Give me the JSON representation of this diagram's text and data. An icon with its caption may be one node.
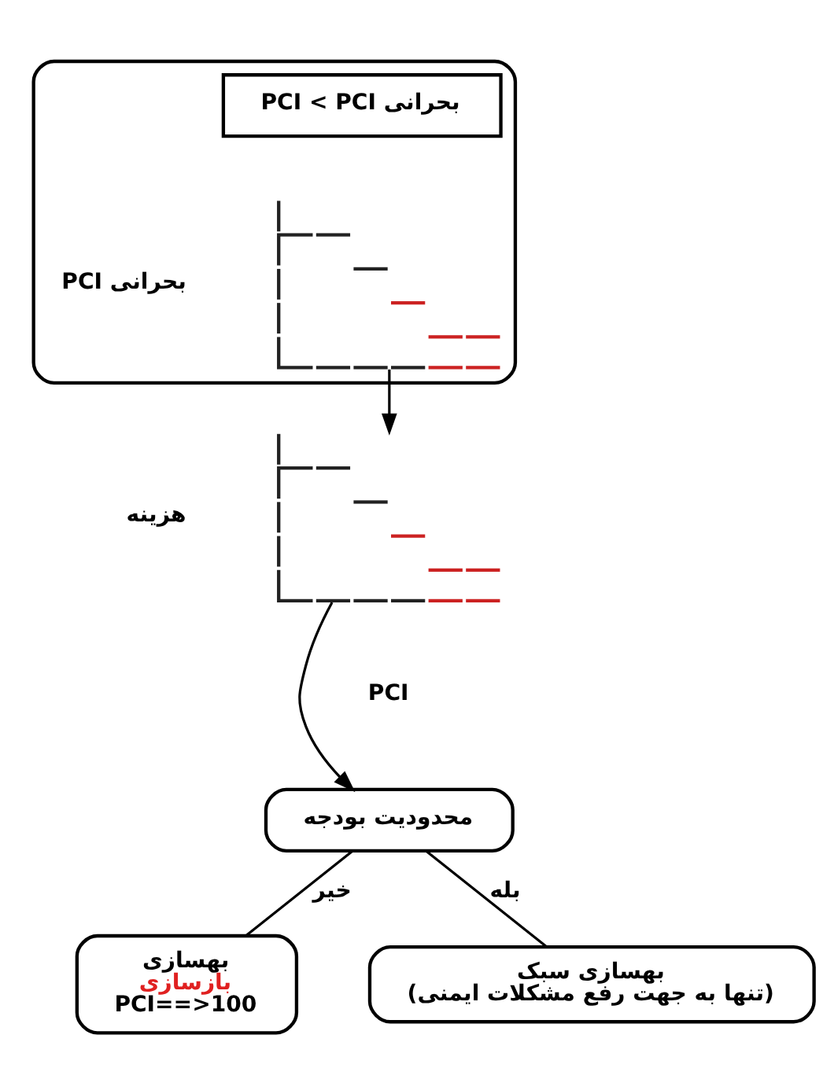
{
  "diagram": {
    "nodes": [
      {
        "text": [],
        "shape": "box"
      },
      {
        "text": [
          "PCI < PCI بحرانی"
        ],
        "in": 0
      },
      {
        "text": [],
        "shape": "picture",
        "in": 0
      },
      {
        "text": [],
        "shape": "picture"
      },
      {
        "text": [
          "محدودیت بودجه"
        ]
      },
      {
        "text": [
          "بهسازی",
          "بازسازی",
          "PCI==>100"
        ]
      },
      {
        "text": [
          "بهسازی سبک",
          "(تنها به جهت رفع مشکلات ایمنی)"
        ]
      }
    ],
    "edges": [
      {
        "from": 2,
        "to": 3,
        "arrow": "to"
      },
      {
        "from": 3,
        "to": 4,
        "arrow": "to"
      },
      {
        "from": 4,
        "to": 5,
        "arrow": "none",
        "label": "خیر"
      },
      {
        "from": 4,
        "to": 6,
        "arrow": "none",
        "label": "بله"
      }
    ],
    "labels": [
      "PCI بحرانی",
      "هزینه",
      "PCI"
    ]
  }
}
